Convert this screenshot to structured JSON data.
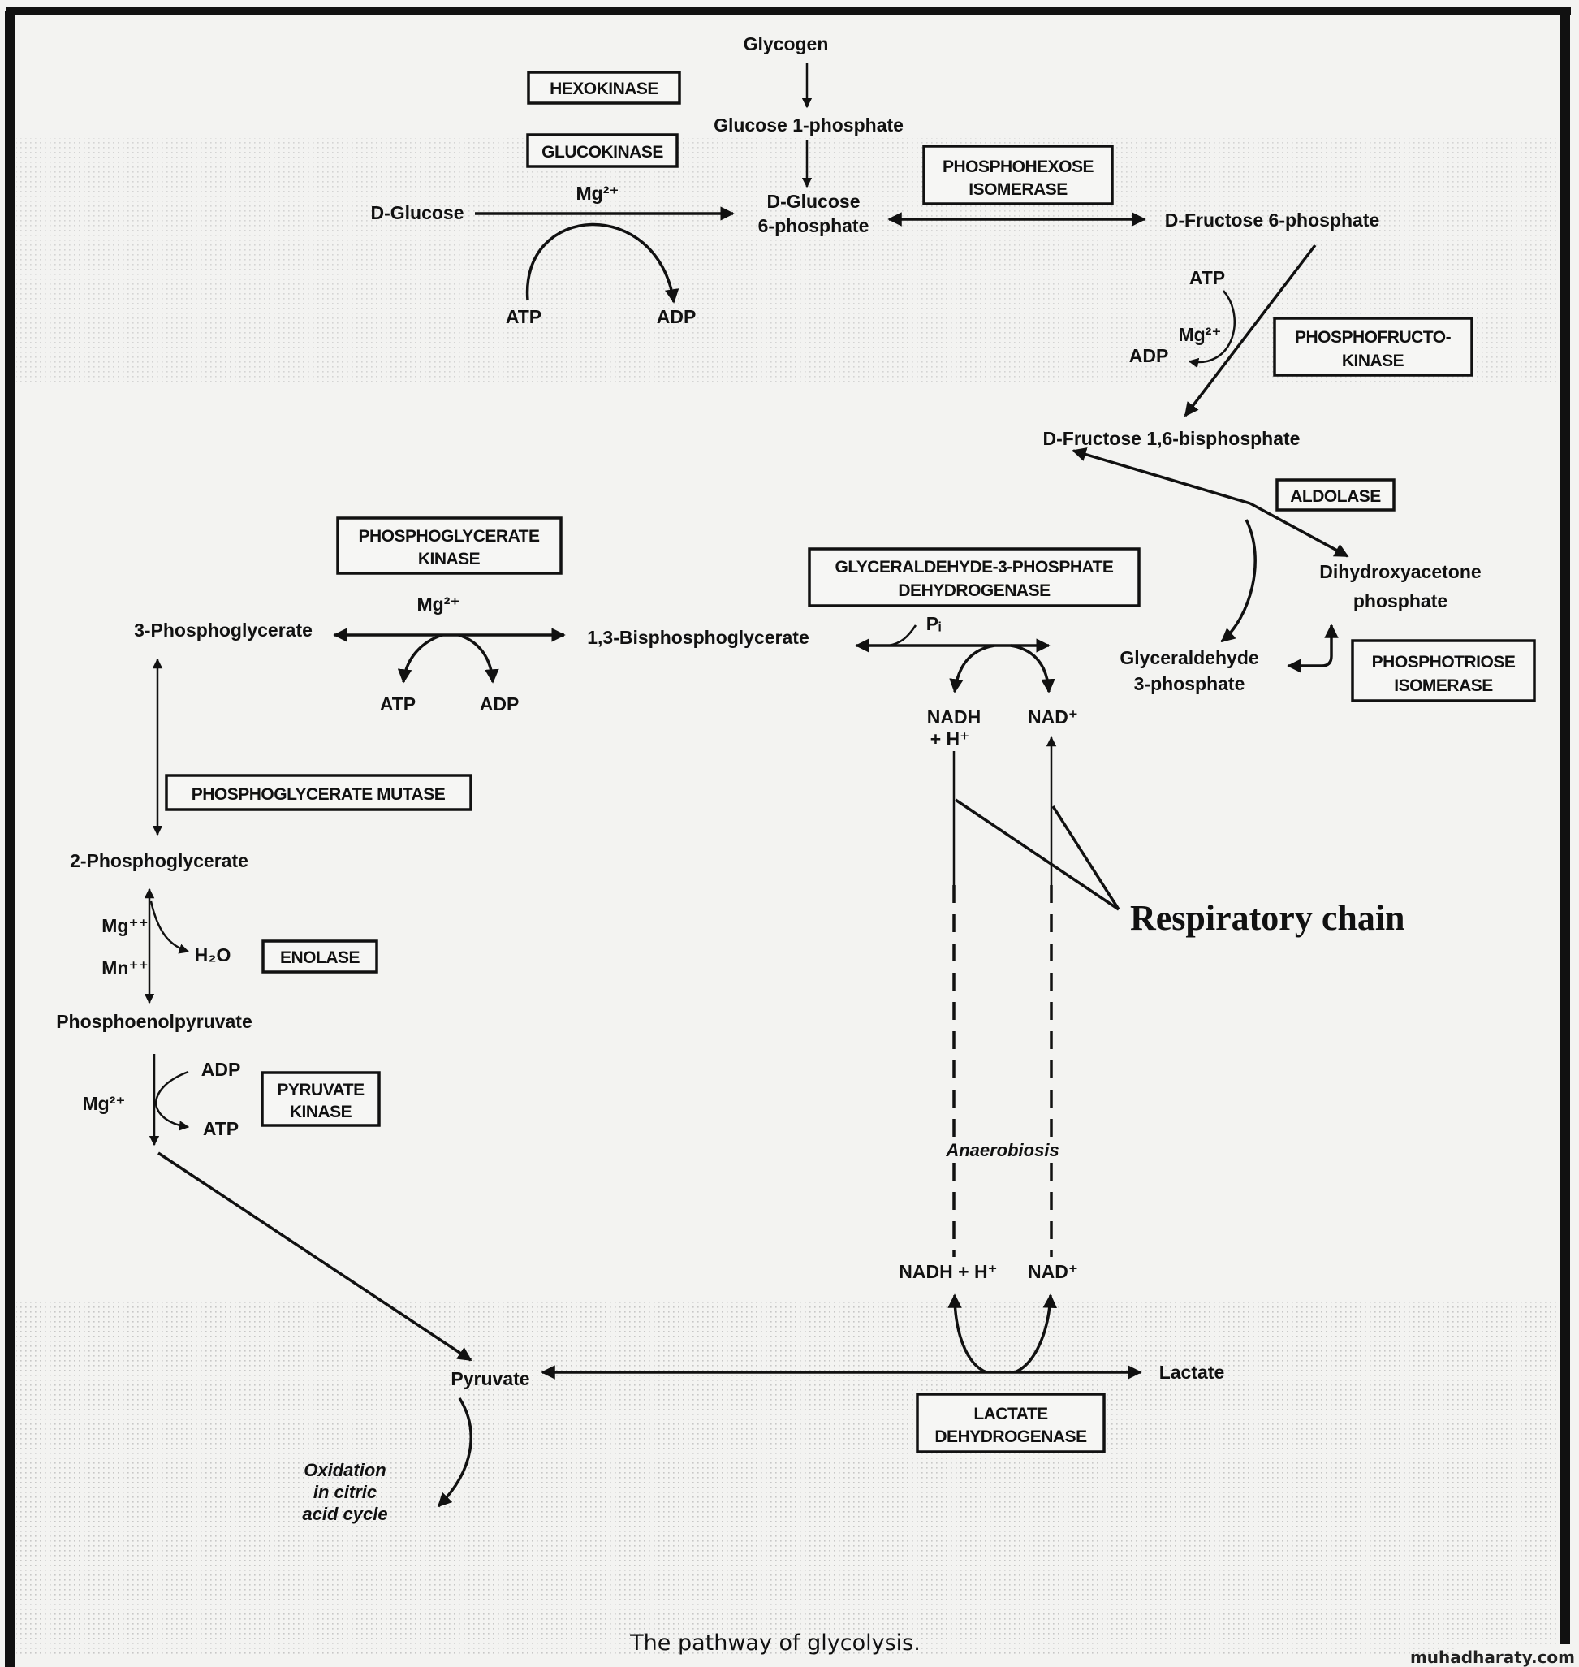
{
  "figure": {
    "caption": "The pathway of glycolysis.",
    "watermark": "muhadharaty.com",
    "annotation": "Respiratory chain",
    "colors": {
      "ink": "#111111",
      "paper": "#f3f3f1"
    }
  },
  "metabolites": {
    "glycogen": "Glycogen",
    "glucose_1_phosphate": "Glucose 1-phosphate",
    "d_glucose": "D-Glucose",
    "glucose_6_phosphate_l1": "D-Glucose",
    "glucose_6_phosphate_l2": "6-phosphate",
    "fructose_6_phosphate": "D-Fructose 6-phosphate",
    "fructose_1_6_bisphosphate": "D-Fructose 1,6-bisphosphate",
    "dhap_l1": "Dihydroxyacetone",
    "dhap_l2": "phosphate",
    "gap_l1": "Glyceraldehyde",
    "gap_l2": "3-phosphate",
    "bpg_1_3": "1,3-Bisphosphoglycerate",
    "pg_3": "3-Phosphoglycerate",
    "pg_2": "2-Phosphoglycerate",
    "pep": "Phosphoenolpyruvate",
    "pyruvate": "Pyruvate",
    "lactate": "Lactate",
    "oxidation_l1": "Oxidation",
    "oxidation_l2": "in citric",
    "oxidation_l3": "acid cycle",
    "anaerobiosis": "Anaerobiosis"
  },
  "enzymes": {
    "hexokinase": "HEXOKINASE",
    "glucokinase": "GLUCOKINASE",
    "phosphohexose_l1": "PHOSPHOHEXOSE",
    "phosphohexose_l2": "ISOMERASE",
    "phosphofructo_l1": "PHOSPHOFRUCTO-",
    "phosphofructo_l2": "KINASE",
    "aldolase": "ALDOLASE",
    "phosphotriose_l1": "PHOSPHOTRIOSE",
    "phosphotriose_l2": "ISOMERASE",
    "gapdh_l1": "GLYCERALDEHYDE-3-PHOSPHATE",
    "gapdh_l2": "DEHYDROGENASE",
    "pgk_l1": "PHOSPHOGLYCERATE",
    "pgk_l2": "KINASE",
    "pgm": "PHOSPHOGLYCERATE MUTASE",
    "enolase": "ENOLASE",
    "pk_l1": "PYRUVATE",
    "pk_l2": "KINASE",
    "ldh_l1": "LACTATE",
    "ldh_l2": "DEHYDROGENASE"
  },
  "cofactors": {
    "hk_mg": "Mg²⁺",
    "hk_atp": "ATP",
    "hk_adp": "ADP",
    "pfk_atp": "ATP",
    "pfk_mg": "Mg²⁺",
    "pfk_adp": "ADP",
    "pgk_mg": "Mg²⁺",
    "pgk_atp": "ATP",
    "pgk_adp": "ADP",
    "gapdh_pi": "Pᵢ",
    "gapdh_nadh_l1": "NADH",
    "gapdh_nadh_l2": "+ H⁺",
    "gapdh_nad": "NAD⁺",
    "enol_mg": "Mg⁺⁺",
    "enol_mn": "Mn⁺⁺",
    "enol_h2o": "H₂O",
    "pk_mg": "Mg²⁺",
    "pk_adp": "ADP",
    "pk_atp": "ATP",
    "ldh_nadh": "NADH + H⁺",
    "ldh_nad": "NAD⁺"
  }
}
